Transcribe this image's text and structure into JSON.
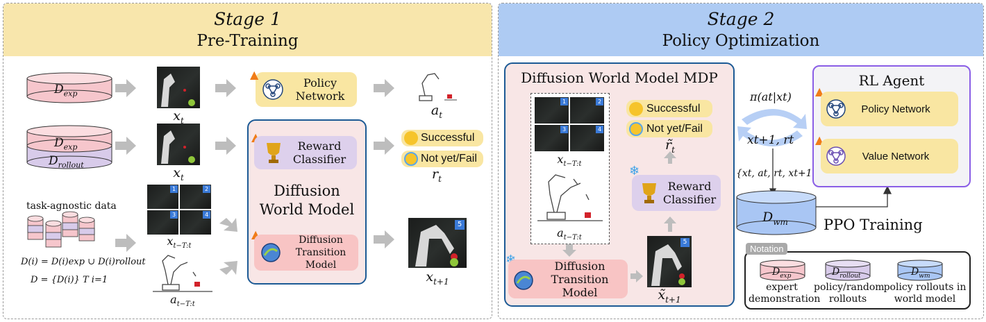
{
  "stage1": {
    "title": "Stage 1",
    "subtitle": "Pre-Training",
    "db_exp": "D",
    "db_exp_sub": "exp",
    "db_rollout": "D",
    "db_rollout_sub": "rollout",
    "task_agnostic_label": "task-agnostic data",
    "formula_line1": "D(i) = D(i)exp ∪ D(i)rollout",
    "formula_line2": "D = {D(i)} T i=1",
    "x_t_label_1": "x",
    "x_t_label_2": "x",
    "x_t_sub": "t",
    "x_seq_label": "x",
    "x_seq_sub": "t−T:t",
    "a_seq_label": "a",
    "a_seq_sub": "t−T:t",
    "a_t_label": "a",
    "a_t_sub": "t",
    "r_t_label": "r",
    "r_t_sub": "t",
    "x_next_label": "x",
    "x_next_sub": "t+1",
    "policy_network": [
      "Policy",
      "Network"
    ],
    "reward_classifier": [
      "Reward",
      "Classifier"
    ],
    "diffusion_world_model": [
      "Diffusion",
      "World Model"
    ],
    "diffusion_transition_model": [
      "Diffusion",
      "Transition Model"
    ],
    "successful": "Successful",
    "not_yet_fail": "Not yet/Fail",
    "thumb_badges": [
      "1",
      "2",
      "3",
      "4"
    ],
    "next_badge": "5"
  },
  "stage2": {
    "title": "Stage 2",
    "subtitle": "Policy Optimization",
    "mdp_title": "Diffusion World Model MDP",
    "x_seq_label": "x",
    "x_seq_sub": "t−T:t",
    "a_seq_label": "a",
    "a_seq_sub": "t−T:t",
    "successful": "Successful",
    "not_yet_fail": "Not yet/Fail",
    "r_tilde_label": "r̃",
    "r_tilde_sub": "t",
    "reward_classifier": [
      "Reward",
      "Classifier"
    ],
    "diffusion_transition_model": [
      "Diffusion",
      "Transition Model"
    ],
    "x_tilde_label": "x̃",
    "x_tilde_sub": "t+1",
    "thumb_badges": [
      "1",
      "2",
      "3",
      "4"
    ],
    "next_badge": "5",
    "policy_formula": "π(at|xt)",
    "state_reward": "xt+1,  rt",
    "transition_tuple": "{xt, at, rt, xt+1}",
    "db_wm": "D",
    "db_wm_sub": "wm",
    "ppo_training": "PPO Training",
    "rl_agent": "RL Agent",
    "policy_network": "Policy Network",
    "value_network": "Value Network",
    "notation": {
      "tag": "Notation",
      "items": [
        {
          "symbol": "D",
          "sub": "exp",
          "caption": [
            "expert",
            "demonstration"
          ]
        },
        {
          "symbol": "D",
          "sub": "rollout",
          "caption": [
            "policy/random",
            "rollouts"
          ]
        },
        {
          "symbol": "D",
          "sub": "wm",
          "caption": [
            "policy rollouts in",
            "world model"
          ]
        }
      ]
    }
  },
  "colors": {
    "stage1_header": "#f8e6ac",
    "stage2_header": "#aecbf3",
    "dwm_panel": "#f8e6e6",
    "dwm_border": "#1c5a95",
    "policy_pill": "#f9e6a2",
    "reward_pill": "#ddd0ec",
    "transition_pill": "#f8c4c4",
    "db_pink": "#f6c6cc",
    "db_lavender": "#d8cbea",
    "db_blue": "#a9c6f4",
    "rl_border": "#8a5ee6",
    "arrow_gray": "#bdbdbd",
    "arrow_blue": "#b7cff5"
  },
  "icons": [
    "fire-icon",
    "snowflake-icon",
    "trophy-icon",
    "neural-network-icon",
    "diffusion-icon",
    "robot-arm-icon",
    "grin-emoji-icon",
    "crying-emoji-icon",
    "database-icon"
  ]
}
